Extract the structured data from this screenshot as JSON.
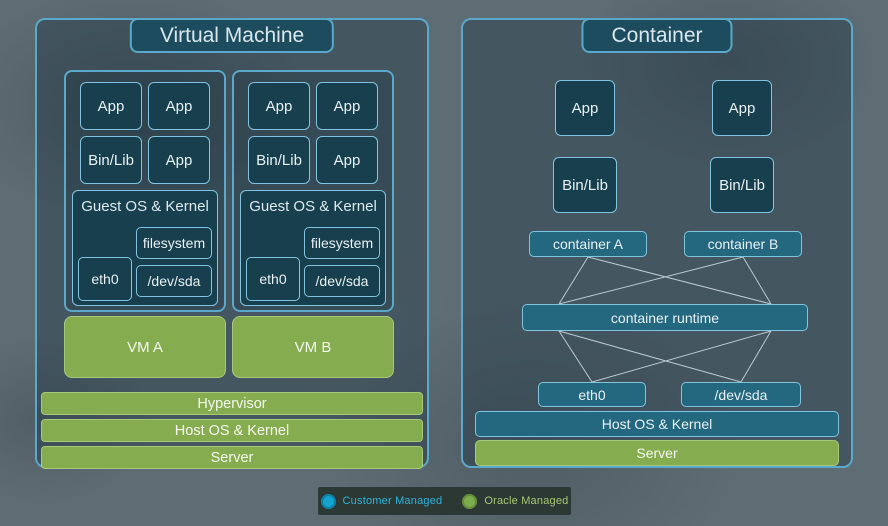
{
  "vm_panel": {
    "title": "Virtual Machine",
    "stacks": [
      {
        "app1": "App",
        "app2": "App",
        "binlib": "Bin/Lib",
        "app3": "App",
        "guest_os": "Guest OS & Kernel",
        "filesystem": "filesystem",
        "eth0": "eth0",
        "devsda": "/dev/sda",
        "vm": "VM A"
      },
      {
        "app1": "App",
        "app2": "App",
        "binlib": "Bin/Lib",
        "app3": "App",
        "guest_os": "Guest OS & Kernel",
        "filesystem": "filesystem",
        "eth0": "eth0",
        "devsda": "/dev/sda",
        "vm": "VM B"
      }
    ],
    "layers": [
      "Hypervisor",
      "Host OS & Kernel",
      "Server"
    ]
  },
  "container_panel": {
    "title": "Container",
    "columns": [
      {
        "app": "App",
        "binlib": "Bin/Lib",
        "container": "container A"
      },
      {
        "app": "App",
        "binlib": "Bin/Lib",
        "container": "container B"
      }
    ],
    "runtime": "container runtime",
    "eth0": "eth0",
    "devsda": "/dev/sda",
    "host_os": "Host OS & Kernel",
    "server": "Server"
  },
  "legend": {
    "customer": "Customer Managed",
    "oracle": "Oracle Managed"
  },
  "colors": {
    "customer_teal": "#14a2cf",
    "oracle_green": "#85ad4f",
    "panel_border": "#5aa8ca"
  }
}
